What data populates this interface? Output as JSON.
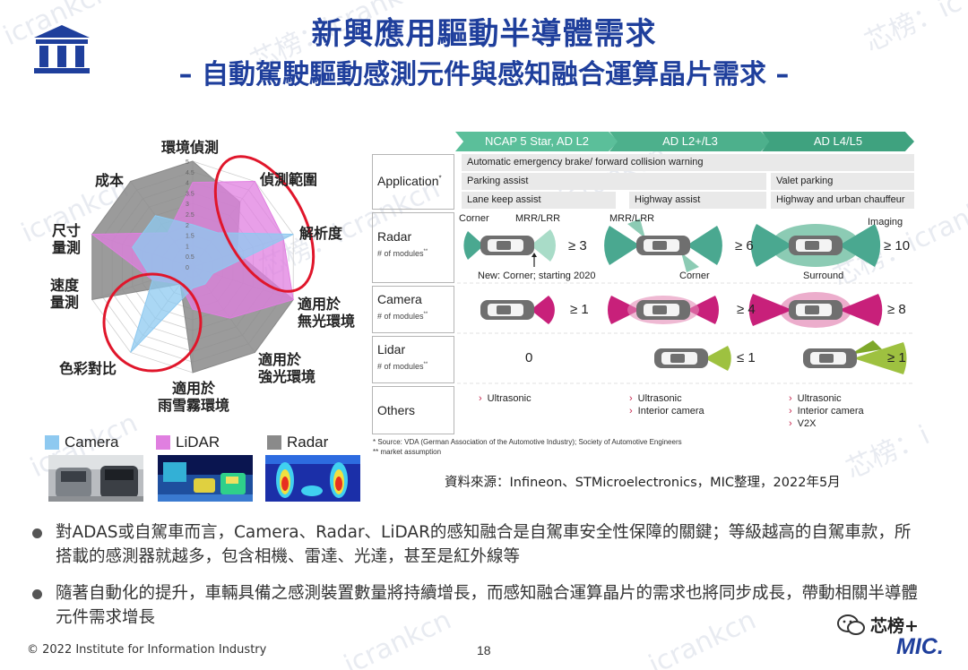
{
  "watermarks": [
    "icrankcn",
    "芯榜：icrankcn",
    "芯榜：ic",
    "icrankcn",
    "芯榜：icrankcn",
    "icrankcn",
    "芯榜：icrankcn",
    "icrankcn",
    "芯榜：i",
    "icrankcn",
    "icrankcn"
  ],
  "title": "新興應用驅動半導體需求",
  "subtitle": "– 自動駕駛驅動感測元件與感知融合運算晶片需求 –",
  "radar": {
    "axes": [
      "環境偵測",
      "偵測範圍",
      "解析度",
      "適用於\n無光環境",
      "適用於\n強光環境",
      "適用於\n雨雪霧環境",
      "色彩對比",
      "速度\n量測",
      "尺寸\n量測",
      "成本"
    ],
    "tick_labels": [
      "0",
      "0.5",
      "1",
      "1.5",
      "2",
      "2.5",
      "3",
      "3.5",
      "4",
      "4.5",
      "5"
    ],
    "max": 5,
    "series": [
      {
        "name": "Radar",
        "color": "#8a8a8a",
        "values": [
          5,
          3.8,
          2.2,
          5,
          5,
          5,
          1,
          5,
          5,
          5
        ]
      },
      {
        "name": "LiDAR",
        "color": "#e07fe0",
        "values": [
          4,
          5,
          4.5,
          5,
          3,
          2,
          1,
          2,
          5,
          2
        ]
      },
      {
        "name": "Camera",
        "color": "#8ec9f0",
        "values": [
          2,
          2,
          5,
          1,
          1,
          1,
          5,
          2,
          3,
          3
        ]
      }
    ]
  },
  "legend": {
    "camera": "Camera",
    "lidar": "LiDAR",
    "radar": "Radar",
    "camera_color": "#8ec9f0",
    "lidar_color": "#e07fe0",
    "radar_color": "#8a8a8a"
  },
  "table": {
    "phases": [
      "NCAP 5 Star, AD L2",
      "AD L2+/L3",
      "AD L4/L5"
    ],
    "rows": {
      "application": "Application",
      "application_mark": "*",
      "radar": "Radar",
      "camera": "Camera",
      "lidar": "Lidar",
      "modules": "# of modules",
      "modules_mark": "**",
      "others": "Others"
    },
    "applications": {
      "row1": "Automatic emergency brake/ forward collision warning",
      "row2a": "Parking assist",
      "row2b": "Valet parking",
      "row3a": "Lane keep assist",
      "row3b": "Highway assist",
      "row3c": "Highway and urban chauffeur"
    },
    "radar_labels": {
      "corner": "Corner",
      "mrr1": "MRR/LRR",
      "mrr2": "MRR/LRR",
      "imaging": "Imaging",
      "new_note": "New: Corner; starting 2020",
      "corner2": "Corner",
      "surround": "Surround"
    },
    "counts": {
      "radar": [
        "≥ 3",
        "≥ 6",
        "≥ 10"
      ],
      "camera": [
        "≥ 1",
        "≥ 4",
        "≥ 8"
      ],
      "lidar": [
        "0",
        "≤ 1",
        "≥ 1"
      ]
    },
    "others": {
      "col1": [
        "Ultrasonic"
      ],
      "col2": [
        "Ultrasonic",
        "Interior camera"
      ],
      "col3": [
        "Ultrasonic",
        "Interior camera",
        "V2X"
      ]
    },
    "footnote_1": "*   Source: VDA (German Association of the Automotive Industry); Society of Automotive Engineers",
    "footnote_2": "**  market assumption"
  },
  "source": "資料來源：Infineon、STMicroelectronics，MIC整理，2022年5月",
  "bullets": [
    "對ADAS或自駕車而言，Camera、Radar、LiDAR的感知融合是自駕車安全性保障的關鍵；等級越高的自駕車款，所搭載的感測器就越多，包含相機、雷達、光達，甚至是紅外線等",
    "隨著自動化的提升，車輛具備之感測裝置數量將持續增長，而感知融合運算晶片的需求也將同步成長，帶動相關半導體元件需求增長"
  ],
  "footer": "© 2022 Institute for Information Industry",
  "page_number": "18",
  "wechat_name": "芯榜+",
  "brand": "MIC."
}
